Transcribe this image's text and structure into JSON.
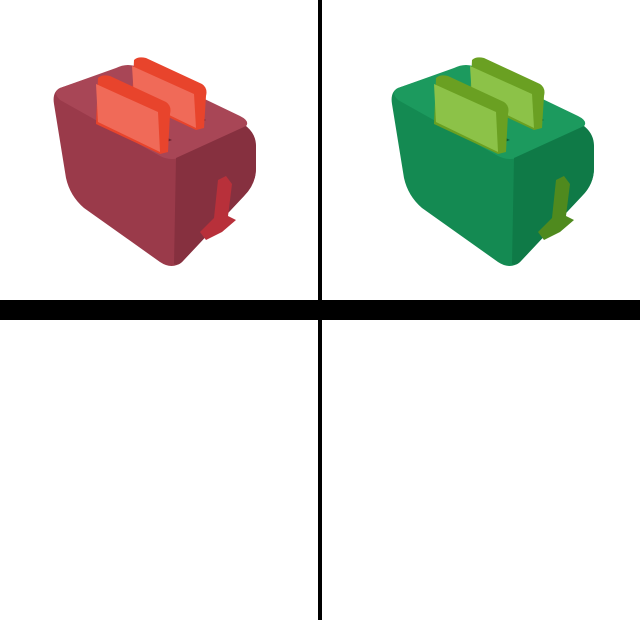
{
  "grid": {
    "panels": [
      {
        "id": "top-left",
        "content": "toaster-icon",
        "color_scheme": "red"
      },
      {
        "id": "top-right",
        "content": "toaster-icon",
        "color_scheme": "green"
      },
      {
        "id": "bottom-left",
        "content": "empty"
      },
      {
        "id": "bottom-right",
        "content": "empty"
      }
    ]
  },
  "colors": {
    "background": "#ffffff",
    "divider": "#000000",
    "red_body": "#9a3a4a",
    "red_body_side": "#86303f",
    "red_body_top": "#a84656",
    "red_slot": "#6e2432",
    "red_toast": "#e8442c",
    "red_toast_light": "#f06a58",
    "red_lever": "#b8303a",
    "green_body": "#148a52",
    "green_body_side": "#0f7a47",
    "green_body_top": "#1c9a5e",
    "green_slot": "#0c5e36",
    "green_toast": "#6aa022",
    "green_toast_light": "#8cc248",
    "green_lever": "#4f8a1e"
  }
}
